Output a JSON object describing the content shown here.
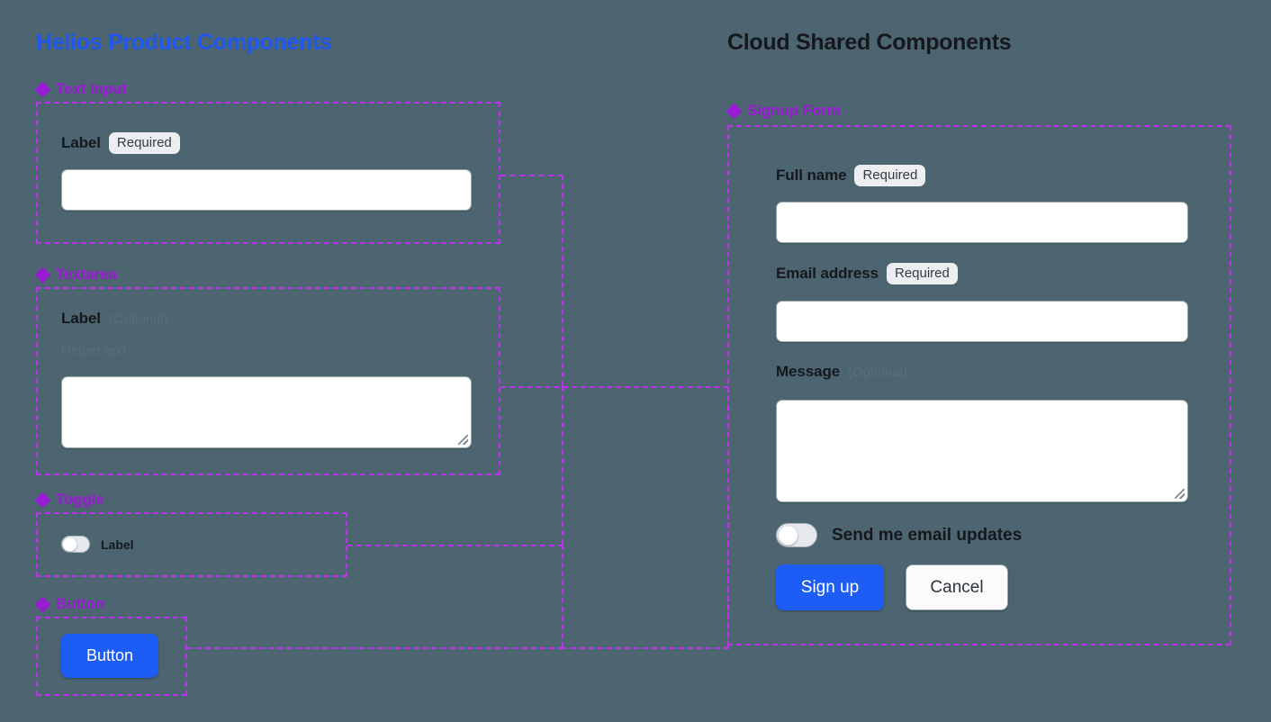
{
  "columns": {
    "left_title": "Helios Product Components",
    "right_title": "Cloud Shared Components"
  },
  "left_panel": {
    "sections": [
      {
        "name": "text-input",
        "label": "Text Input",
        "field": {
          "label": "Label",
          "badge": "Required",
          "value": "",
          "placeholder": ""
        }
      },
      {
        "name": "textarea",
        "label": "Textarea",
        "field": {
          "label": "Label",
          "optional": "(Optional)",
          "helper": "Helper text",
          "value": "",
          "placeholder": ""
        }
      },
      {
        "name": "toggle",
        "label": "Toggle",
        "field": {
          "label": "Label",
          "state": "off"
        }
      },
      {
        "name": "button",
        "label": "Button",
        "field": {
          "label": "Button"
        }
      }
    ]
  },
  "right_panel": {
    "section_label": "Signup Form",
    "fields": {
      "full_name": {
        "label": "Full name",
        "badge": "Required",
        "value": "",
        "placeholder": ""
      },
      "email": {
        "label": "Email address",
        "badge": "Required",
        "value": "",
        "placeholder": ""
      },
      "message": {
        "label": "Message",
        "optional": "(Optional)",
        "value": "",
        "placeholder": ""
      }
    },
    "toggle": {
      "label": "Send me email updates",
      "state": "off"
    },
    "actions": {
      "primary": "Sign up",
      "secondary": "Cancel"
    }
  },
  "icons": {
    "section_marker": "four-diamond-icon"
  },
  "colors": {
    "background": "#4c6570",
    "left_title": "#2057ee",
    "right_title": "#15181c",
    "section_label": "#9b1ad6",
    "frame_dashed": "#c02ef0",
    "primary_button": "#1d5cf5",
    "badge_bg": "#eceef0",
    "muted_text": "#55707b"
  }
}
